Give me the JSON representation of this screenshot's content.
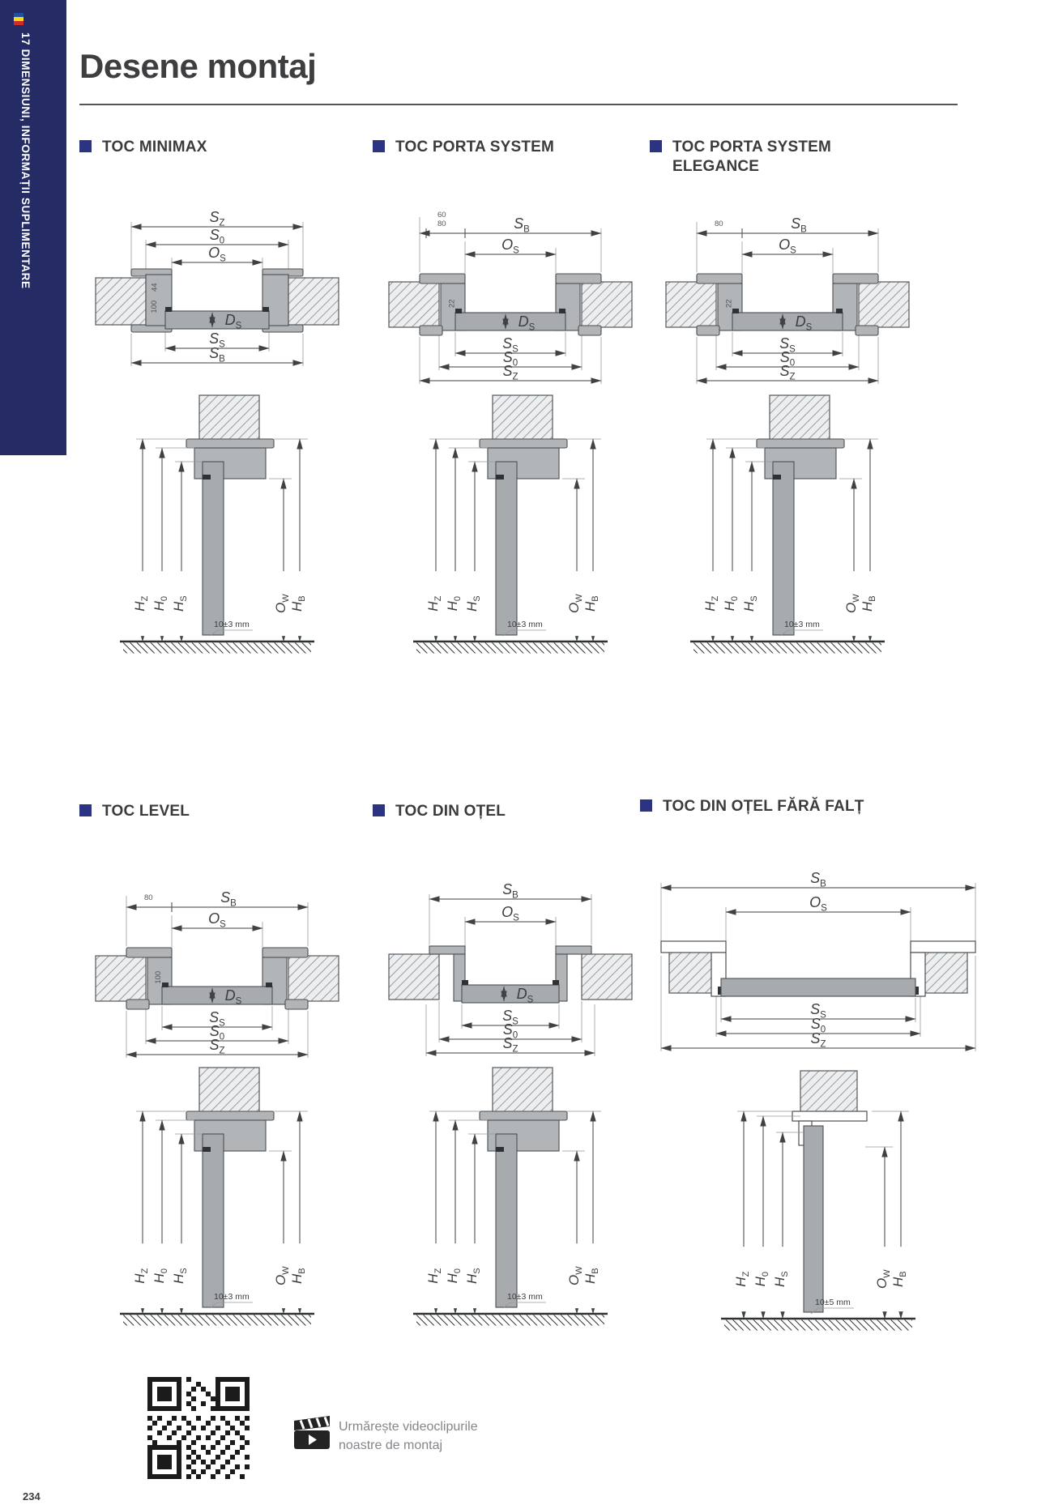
{
  "sidebar": {
    "tab_label": "17 DIMENSIUNI, INFORMAȚII SUPLIMENTARE"
  },
  "page": {
    "title": "Desene montaj",
    "number": "234"
  },
  "dim_labels": {
    "sz": {
      "m": "S",
      "s": "Z"
    },
    "s0": {
      "m": "S",
      "s": "0"
    },
    "os": {
      "m": "O",
      "s": "S"
    },
    "ds": {
      "m": "D",
      "s": "S"
    },
    "ss": {
      "m": "S",
      "s": "S"
    },
    "sb": {
      "m": "S",
      "s": "B"
    },
    "hz": {
      "m": "H",
      "s": "Z"
    },
    "h0": {
      "m": "H",
      "s": "0"
    },
    "hs": {
      "m": "H",
      "s": "S"
    },
    "ow": {
      "m": "O",
      "s": "W"
    },
    "hb": {
      "m": "H",
      "s": "B"
    }
  },
  "diagrams": {
    "d1": {
      "title": "TOC MINIMAX",
      "jamb_dim_1": "44",
      "jamb_dim_2": "100",
      "floor_gap": "10±3 mm"
    },
    "d2": {
      "title": "TOC PORTA SYSTEM",
      "top_dim_1": "60",
      "top_dim_2": "80",
      "jamb_dim": "22",
      "floor_gap": "10±3 mm"
    },
    "d3": {
      "title_line1": "TOC PORTA SYSTEM",
      "title_line2": "ELEGANCE",
      "top_dim": "80",
      "jamb_dim": "22",
      "floor_gap": "10±3 mm"
    },
    "d4": {
      "title": "TOC LEVEL",
      "top_dim": "80",
      "jamb_dim": "100",
      "floor_gap": "10±3 mm"
    },
    "d5": {
      "title": "TOC DIN OȚEL",
      "floor_gap": "10±3 mm"
    },
    "d6": {
      "title": "TOC DIN OȚEL FĂRĂ FALȚ",
      "floor_gap": "10±5 mm"
    }
  },
  "footer": {
    "video_note_line1": "Urmărește videoclipurile",
    "video_note_line2": "noastre de montaj"
  }
}
